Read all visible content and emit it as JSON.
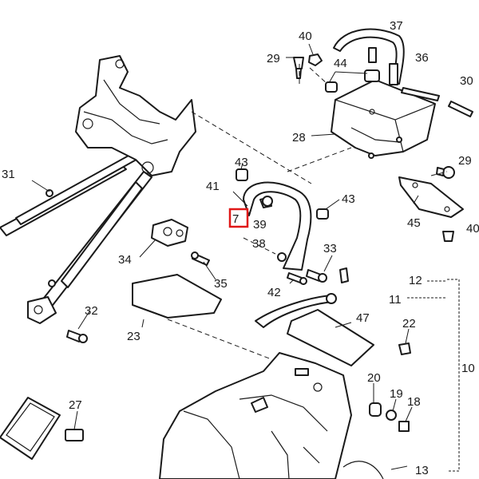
{
  "labels": {
    "p40": "40",
    "p37": "37",
    "p29a": "29",
    "p44": "44",
    "p36": "36",
    "p30": "30",
    "p28": "28",
    "p29b": "29",
    "p31": "31",
    "p43a": "43",
    "p41": "41",
    "p43b": "43",
    "p7": "7",
    "p39": "39",
    "p45": "45",
    "p40b": "40",
    "p38": "38",
    "p33": "33",
    "p34": "34",
    "p35": "35",
    "p12": "12",
    "p42": "42",
    "p11": "11",
    "p32": "32",
    "p47": "47",
    "p22": "22",
    "p23": "23",
    "p10": "10",
    "p20": "20",
    "p19": "19",
    "p18": "18",
    "p27": "27",
    "p13": "13"
  },
  "colors": {
    "ink": "#1a1a1a",
    "highlight": "#e01818",
    "paper": "#ffffff"
  }
}
